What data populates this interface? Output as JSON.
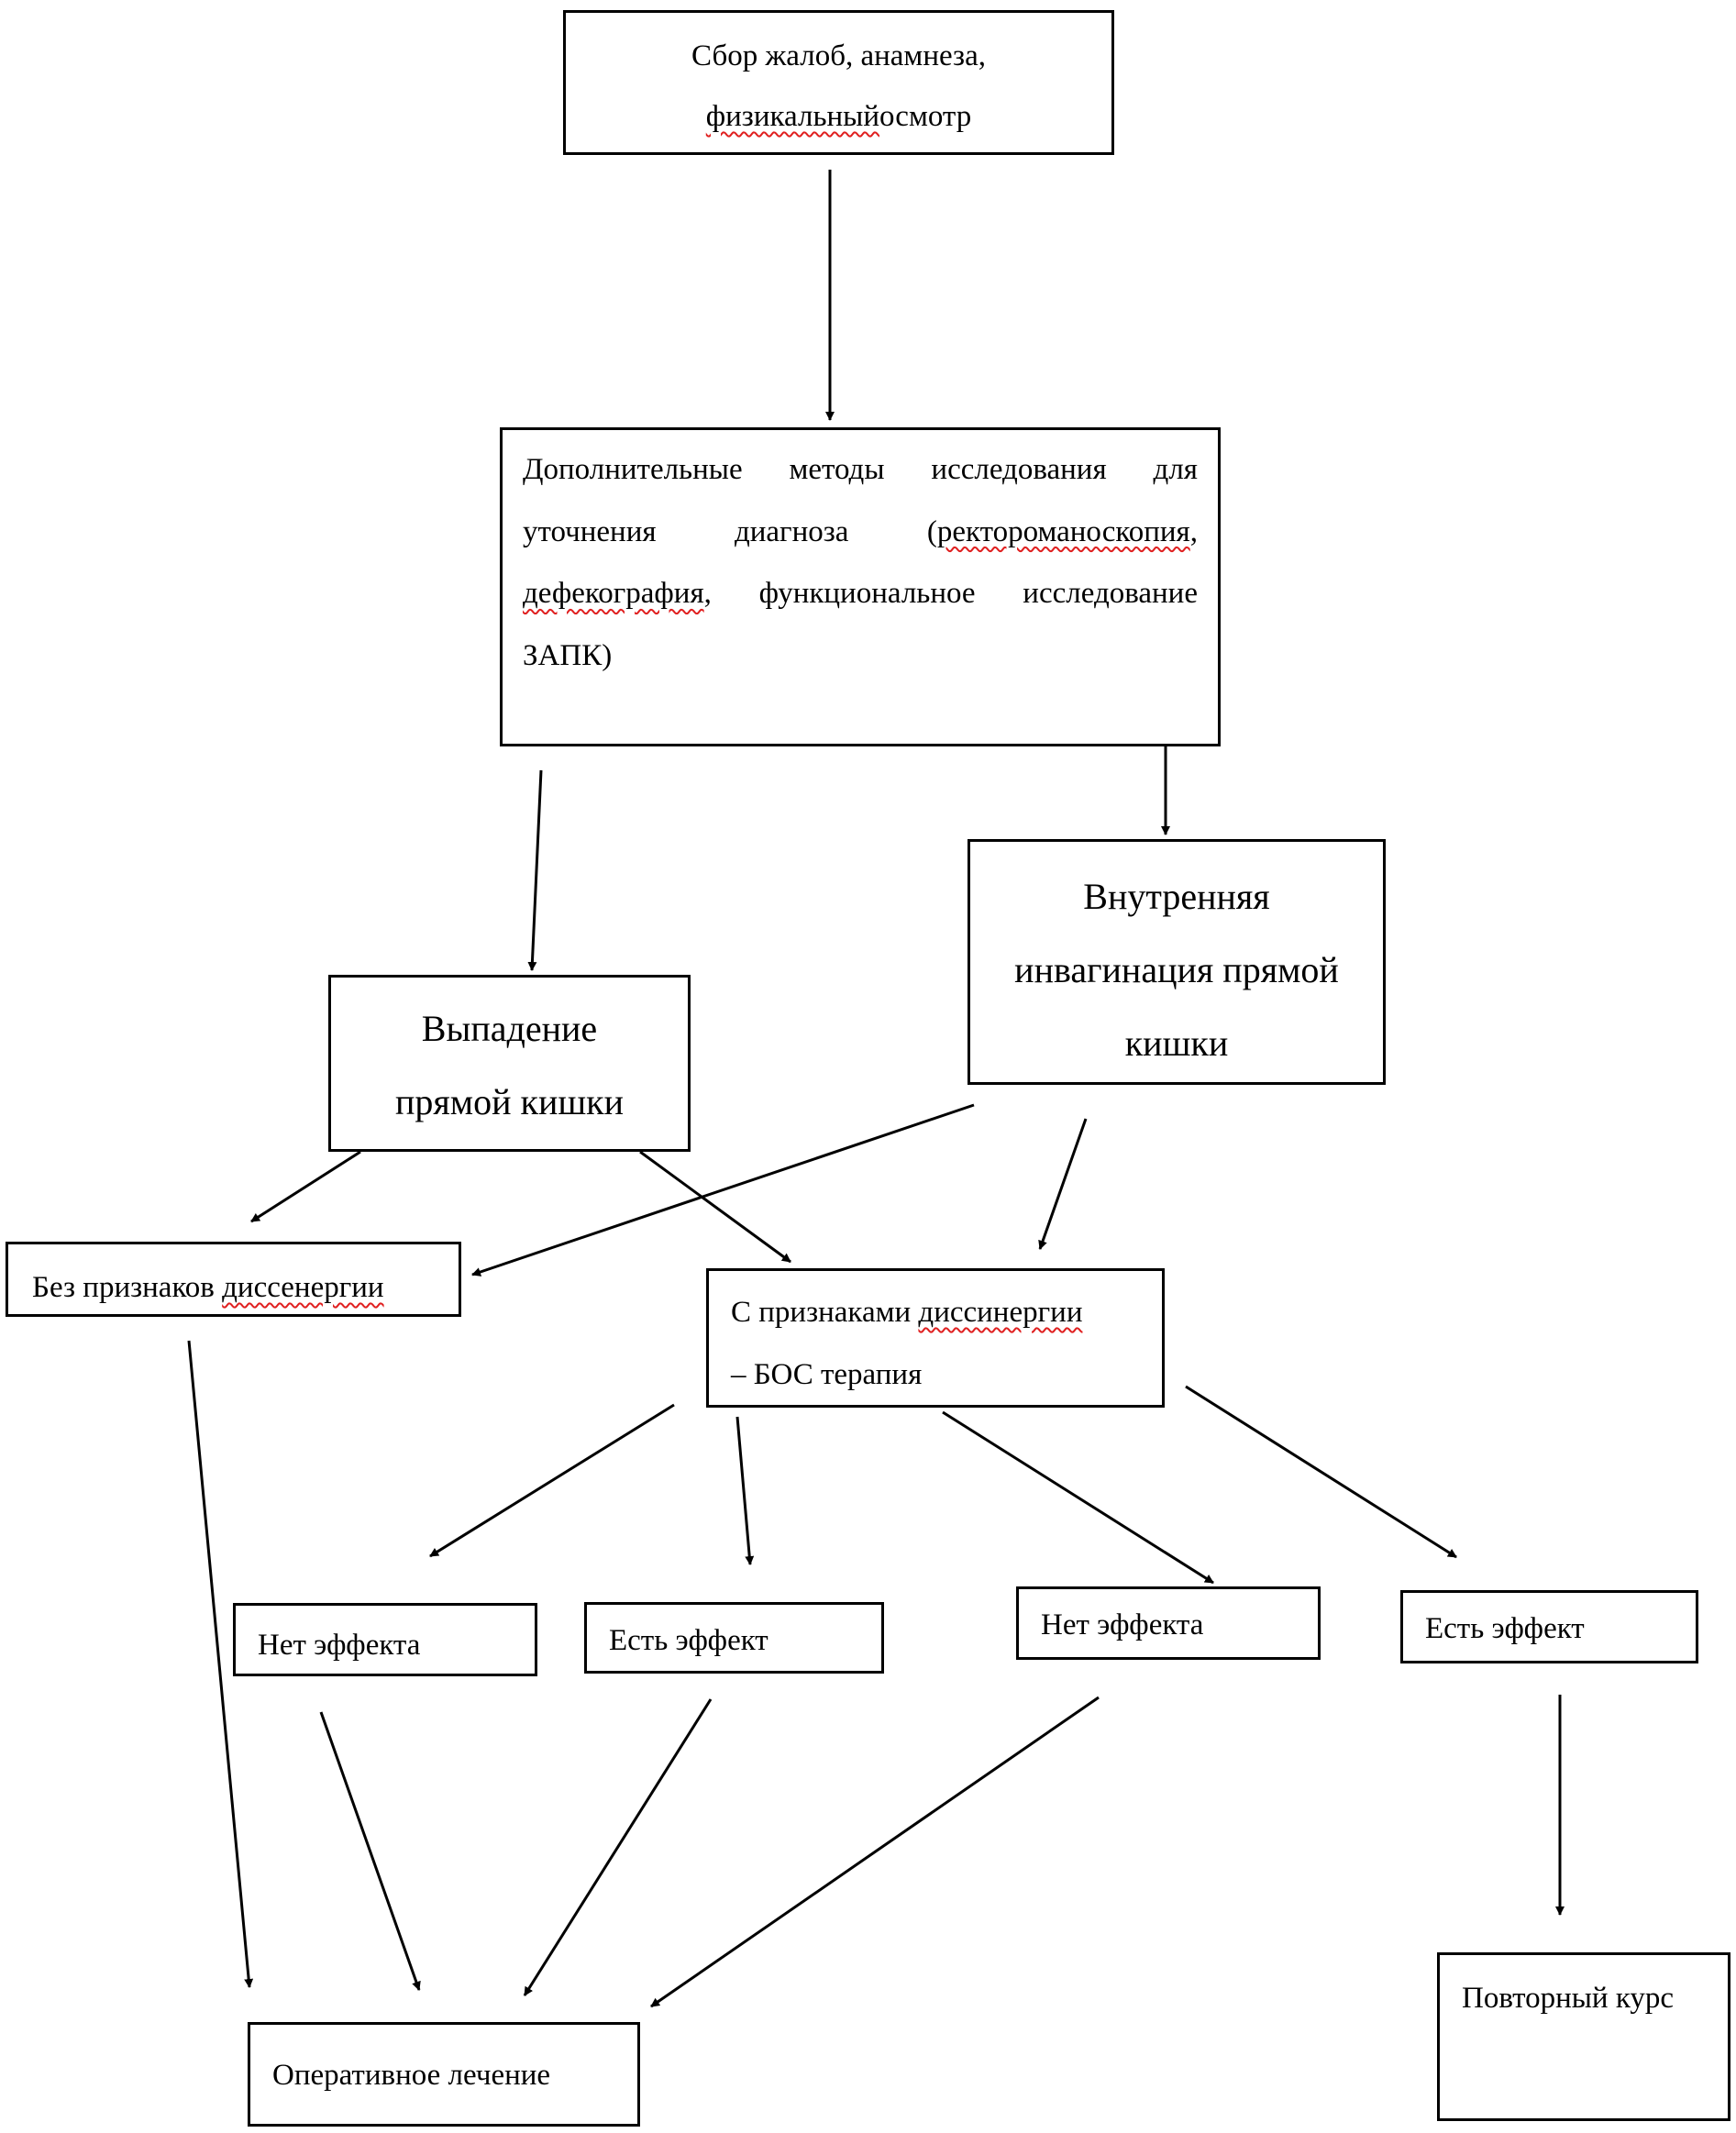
{
  "nodes": {
    "collect": {
      "line1": "Сбор жалоб, анамнеза,",
      "line2_underlined": "физикальный",
      "line2_rest": "осмотр"
    },
    "extra": {
      "part1": "Дополнительные методы исследования для уточнения диагноза (",
      "underlined1": "ректороманоскопия",
      "comma": ", ",
      "underlined2": "дефекография",
      "part2": ", функциональное исследование ЗАПК)"
    },
    "prolapse": {
      "text": "Выпадение\nпрямой кишки"
    },
    "invagination": {
      "text": "Внутренняя\nинвагинация прямой\nкишки"
    },
    "no_dyssynergia": {
      "prefix": "Без признаков ",
      "underlined": "диссенергии"
    },
    "dyssynergia": {
      "prefix": "С признаками ",
      "underlined": "диссинергии",
      "line2": "– БОС терапия"
    },
    "no_effect_1": {
      "text": "Нет эффекта"
    },
    "effect_1": {
      "text": "Есть эффект"
    },
    "no_effect_2": {
      "text": "Нет эффекта"
    },
    "effect_2": {
      "text": "Есть эффект"
    },
    "surgery": {
      "text": "Оперативное лечение"
    },
    "repeat_course": {
      "text": "Повторный курс"
    }
  },
  "edges": [
    {
      "from": "collect",
      "to": "extra"
    },
    {
      "from": "extra",
      "to": "prolapse"
    },
    {
      "from": "extra",
      "to": "invagination"
    },
    {
      "from": "prolapse",
      "to": "no_dyssynergia"
    },
    {
      "from": "prolapse",
      "to": "dyssynergia"
    },
    {
      "from": "invagination",
      "to": "no_dyssynergia"
    },
    {
      "from": "invagination",
      "to": "dyssynergia"
    },
    {
      "from": "dyssynergia",
      "to": "no_effect_1"
    },
    {
      "from": "dyssynergia",
      "to": "effect_1"
    },
    {
      "from": "dyssynergia",
      "to": "no_effect_2"
    },
    {
      "from": "dyssynergia",
      "to": "effect_2"
    },
    {
      "from": "no_dyssynergia",
      "to": "surgery"
    },
    {
      "from": "no_effect_1",
      "to": "surgery"
    },
    {
      "from": "effect_1",
      "to": "surgery"
    },
    {
      "from": "no_effect_2",
      "to": "surgery"
    },
    {
      "from": "effect_2",
      "to": "repeat_course"
    }
  ],
  "colors": {
    "line": "#000000",
    "box_border": "#000000",
    "spellcheck_underline": "#e02020"
  }
}
